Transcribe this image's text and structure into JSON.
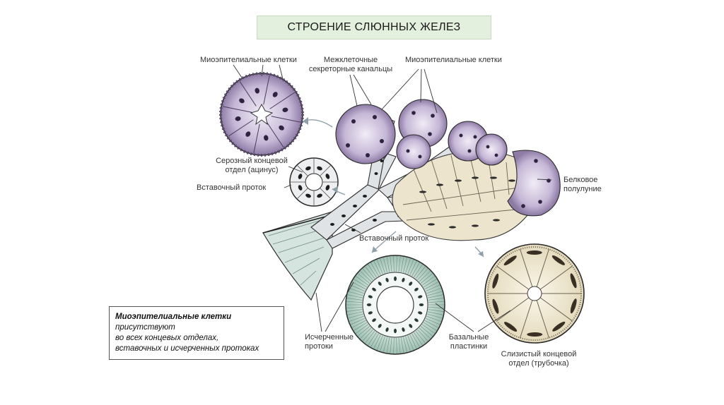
{
  "title": "СТРОЕНИЕ СЛЮННЫХ ЖЕЛЕЗ",
  "labels": {
    "myoepithelial_left": "Миоэпителиальные клетки",
    "intercellular_1": "Межклеточные",
    "intercellular_2": "секреторные канальцы",
    "myoepithelial_right": "Миоэпителиальные клетки",
    "serous_1": "Серозный концевой",
    "serous_2": "отдел (ацинус)",
    "intercalated_left": "Вставочный проток",
    "protein_1": "Белковое",
    "protein_2": "полулуние",
    "intercalated_bottom": "Вставочный проток",
    "striated_1": "Исчерченные",
    "striated_2": "протоки",
    "basal_1": "Базальные",
    "basal_2": "пластинки",
    "mucous_1": "Слизистый концевой",
    "mucous_2": "отдел (трубочка)"
  },
  "note": {
    "line1": "Миоэпителиальные клетки",
    "line2": "присутствуют",
    "line3": "во всех концевых отделах,",
    "line4": "вставочных и исчерченных протоках"
  },
  "colors": {
    "serous": "#c9bcd8",
    "serous_dark": "#4a3a5c",
    "mucous": "#ece4cc",
    "striated": "#c6ddd3",
    "duct": "#d8dde0",
    "title_bg": "#e4f0de"
  }
}
